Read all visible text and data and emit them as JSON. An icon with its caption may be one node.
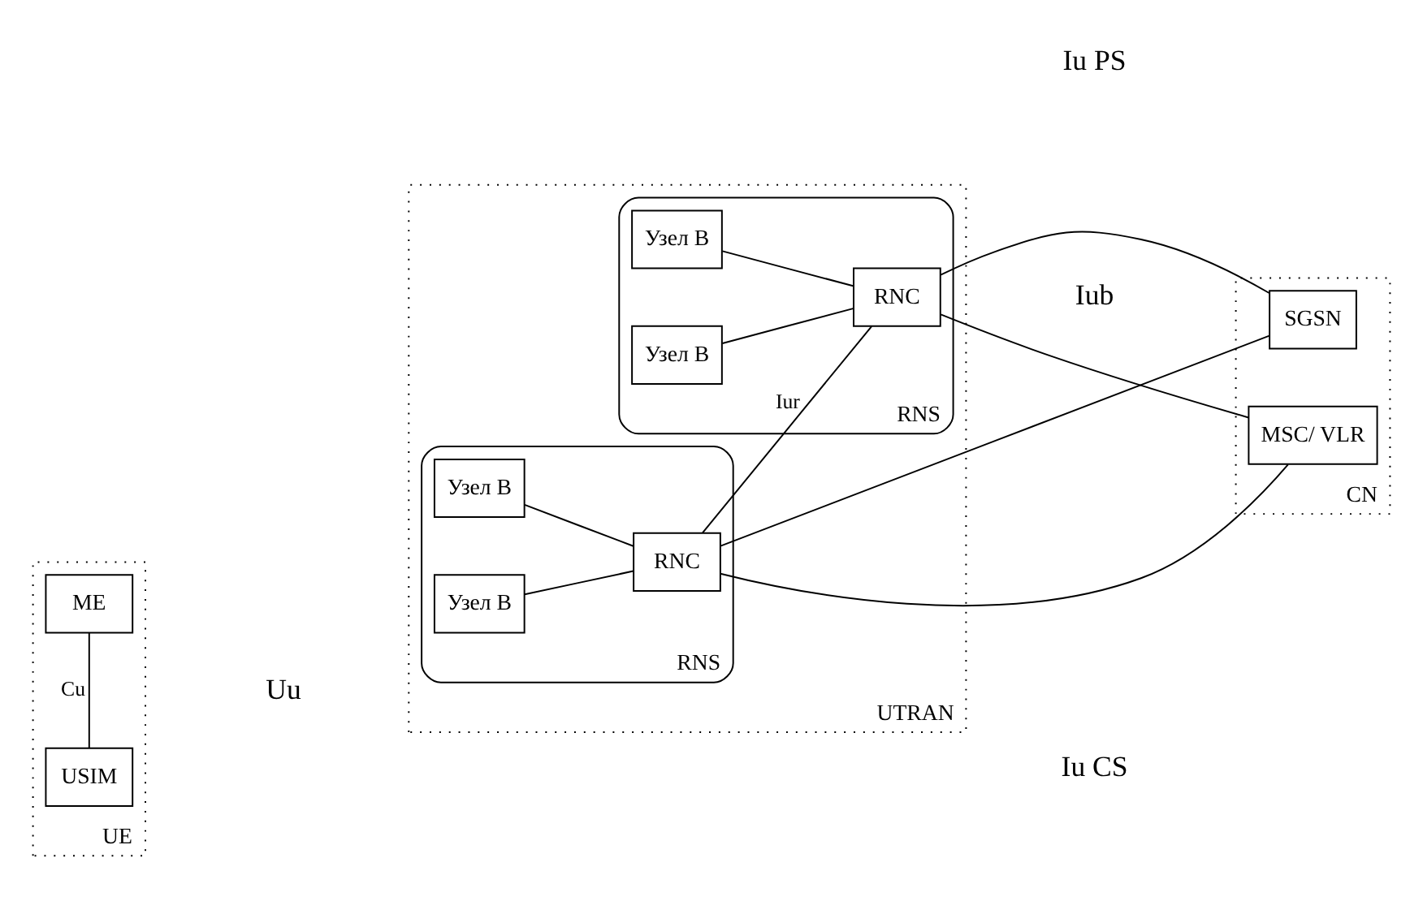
{
  "diagram": {
    "nodes": [
      {
        "text": [
          "UE"
        ]
      },
      {
        "text": [
          "USIM"
        ],
        "in": 0
      },
      {
        "text": [
          "ME"
        ],
        "in": 0
      },
      {
        "text": [
          "UTRAN"
        ]
      },
      {
        "text": [
          "RNS"
        ],
        "in": 3
      },
      {
        "text": [
          "Узел В"
        ],
        "in": 4
      },
      {
        "text": [
          "Узел В"
        ],
        "in": 4
      },
      {
        "text": [
          "RNC"
        ],
        "in": 4
      },
      {
        "text": [
          "RNS"
        ],
        "in": 3
      },
      {
        "text": [
          "Узел В"
        ],
        "in": 8
      },
      {
        "text": [
          "Узел В"
        ],
        "in": 8
      },
      {
        "text": [
          "RNC"
        ],
        "in": 8
      },
      {
        "text": [
          "CN"
        ]
      },
      {
        "text": [
          "MSC/ VLR"
        ],
        "in": 12
      },
      {
        "text": [
          "SGSN"
        ],
        "in": 12
      }
    ],
    "edges": [
      {
        "from": 1,
        "to": 2,
        "arrow": "none",
        "label": "Cu"
      },
      {
        "from": 5,
        "to": 7,
        "arrow": "none"
      },
      {
        "from": 6,
        "to": 7,
        "arrow": "none"
      },
      {
        "from": 9,
        "to": 11,
        "arrow": "none"
      },
      {
        "from": 10,
        "to": 11,
        "arrow": "none"
      },
      {
        "from": 7,
        "to": 11,
        "arrow": "none",
        "label": "Iur"
      },
      {
        "from": 7,
        "to": 13,
        "arrow": "none"
      },
      {
        "from": 7,
        "to": 14,
        "arrow": "none"
      },
      {
        "from": 11,
        "to": 13,
        "arrow": "none"
      },
      {
        "from": 11,
        "to": 14,
        "arrow": "none"
      }
    ],
    "labels": [
      "Uu",
      "Iu CS",
      "Iub",
      "Iu PS"
    ]
  }
}
